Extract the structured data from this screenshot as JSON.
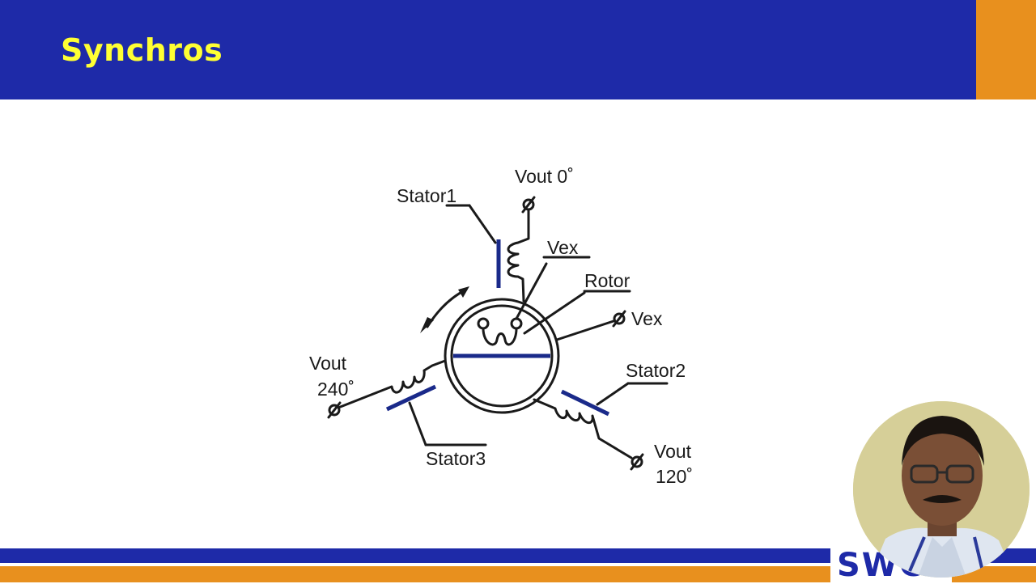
{
  "slide": {
    "title": "Synchros"
  },
  "diagram": {
    "labels": {
      "stator1": "Stator1",
      "stator2": "Stator2",
      "stator3": "Stator3",
      "vout0": "Vout 0˚",
      "vex_top": "Vex",
      "rotor": "Rotor",
      "vex_right": "Vex",
      "vout240_line1": "Vout",
      "vout240_line2": "240˚",
      "vout120_line1": "Vout",
      "vout120_line2": "120˚"
    }
  },
  "footer": {
    "logo_text": "SWCE"
  },
  "colors": {
    "header_blue": "#1e2aa8",
    "accent_orange": "#e8901e",
    "title_yellow": "#ffff33",
    "stator_plate": "#1a2a8a"
  }
}
